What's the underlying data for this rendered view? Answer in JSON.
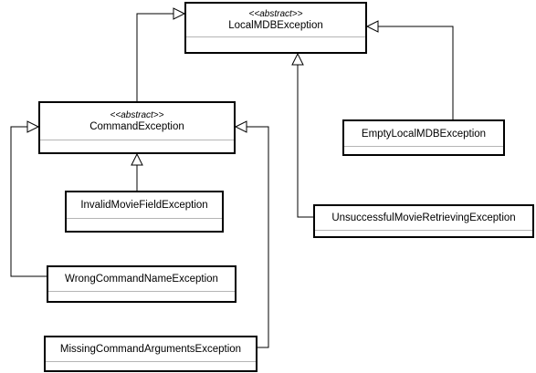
{
  "diagram": {
    "classes": {
      "local_mdb_exception": {
        "stereotype": "<<abstract>>",
        "name": "LocalMDBException"
      },
      "command_exception": {
        "stereotype": "<<abstract>>",
        "name": "CommandException"
      },
      "empty_local_mdb_exception": {
        "name": "EmptyLocalMDBException"
      },
      "invalid_movie_field_exception": {
        "name": "InvalidMovieFieldException"
      },
      "unsuccessful_movie_retrieving_exception": {
        "name": "UnsuccessfulMovieRetrievingException"
      },
      "wrong_command_name_exception": {
        "name": "WrongCommandNameException"
      },
      "missing_command_arguments_exception": {
        "name": "MissingCommandArgumentsException"
      }
    },
    "generalizations": [
      {
        "child": "CommandException",
        "parent": "LocalMDBException"
      },
      {
        "child": "EmptyLocalMDBException",
        "parent": "LocalMDBException"
      },
      {
        "child": "UnsuccessfulMovieRetrievingException",
        "parent": "LocalMDBException"
      },
      {
        "child": "InvalidMovieFieldException",
        "parent": "CommandException"
      },
      {
        "child": "WrongCommandNameException",
        "parent": "CommandException"
      },
      {
        "child": "MissingCommandArgumentsException",
        "parent": "CommandException"
      }
    ]
  }
}
